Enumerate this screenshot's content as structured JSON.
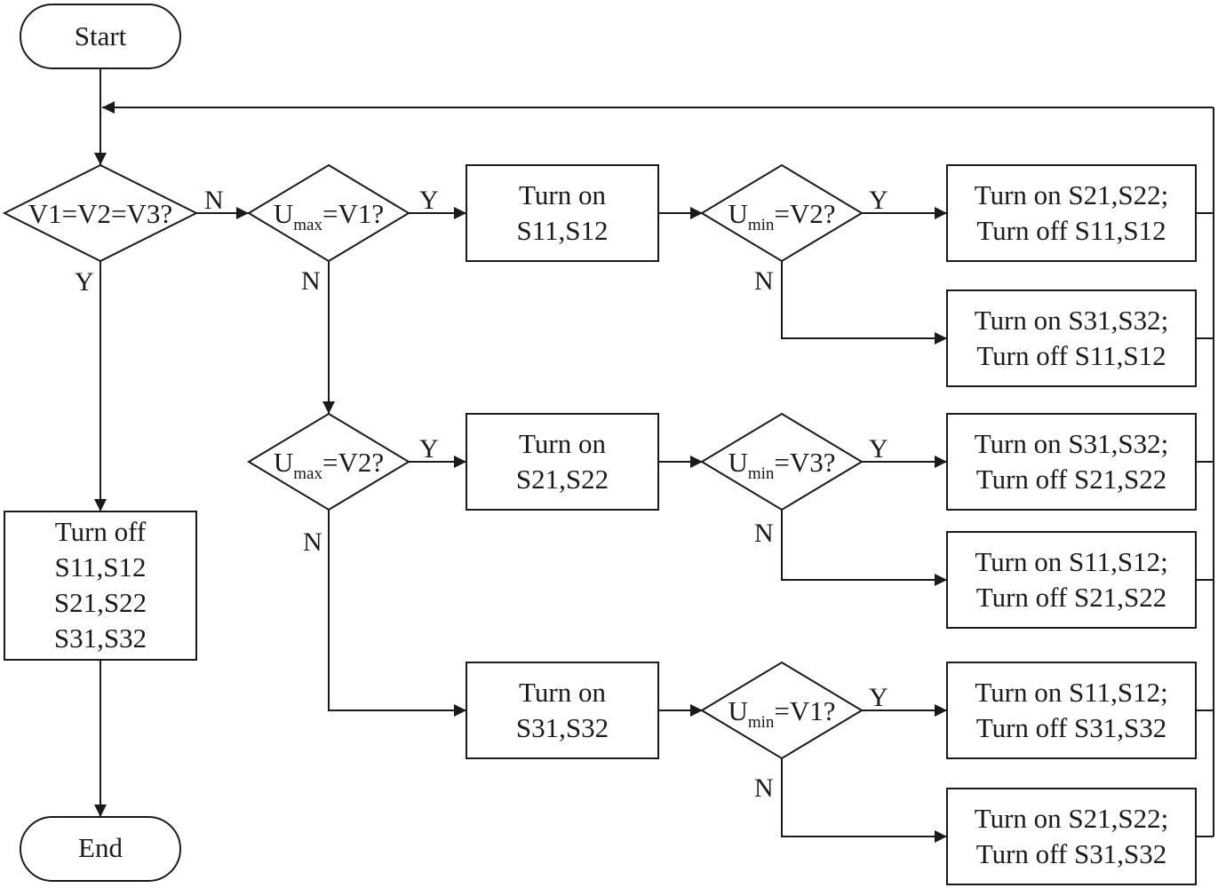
{
  "terminals": {
    "start": "Start",
    "end": "End"
  },
  "decisions": {
    "equal": "V1=V2=V3?",
    "umax_v1": {
      "base": "U",
      "sub": "max",
      "rest": "=V1?"
    },
    "umax_v2": {
      "base": "U",
      "sub": "max",
      "rest": "=V2?"
    },
    "umin_v2": {
      "base": "U",
      "sub": "min",
      "rest": "=V2?"
    },
    "umin_v3": {
      "base": "U",
      "sub": "min",
      "rest": "=V3?"
    },
    "umin_v1": {
      "base": "U",
      "sub": "min",
      "rest": "=V1?"
    }
  },
  "processes": {
    "turn_off_all": [
      "Turn off",
      "S11,S12",
      "S21,S22",
      "S31,S32"
    ],
    "on_s1": [
      "Turn on",
      "S11,S12"
    ],
    "on_s2": [
      "Turn on",
      "S21,S22"
    ],
    "on_s3": [
      "Turn on",
      "S31,S32"
    ],
    "r1": [
      "Turn on S21,S22;",
      "Turn off S11,S12"
    ],
    "r2": [
      "Turn on S31,S32;",
      "Turn off S11,S12"
    ],
    "r3": [
      "Turn on S31,S32;",
      "Turn off S21,S22"
    ],
    "r4": [
      "Turn on S11,S12;",
      "Turn off S21,S22"
    ],
    "r5": [
      "Turn on S11,S12;",
      "Turn off S31,S32"
    ],
    "r6": [
      "Turn on S21,S22;",
      "Turn off S31,S32"
    ]
  },
  "branch_labels": {
    "yes": "Y",
    "no": "N"
  }
}
